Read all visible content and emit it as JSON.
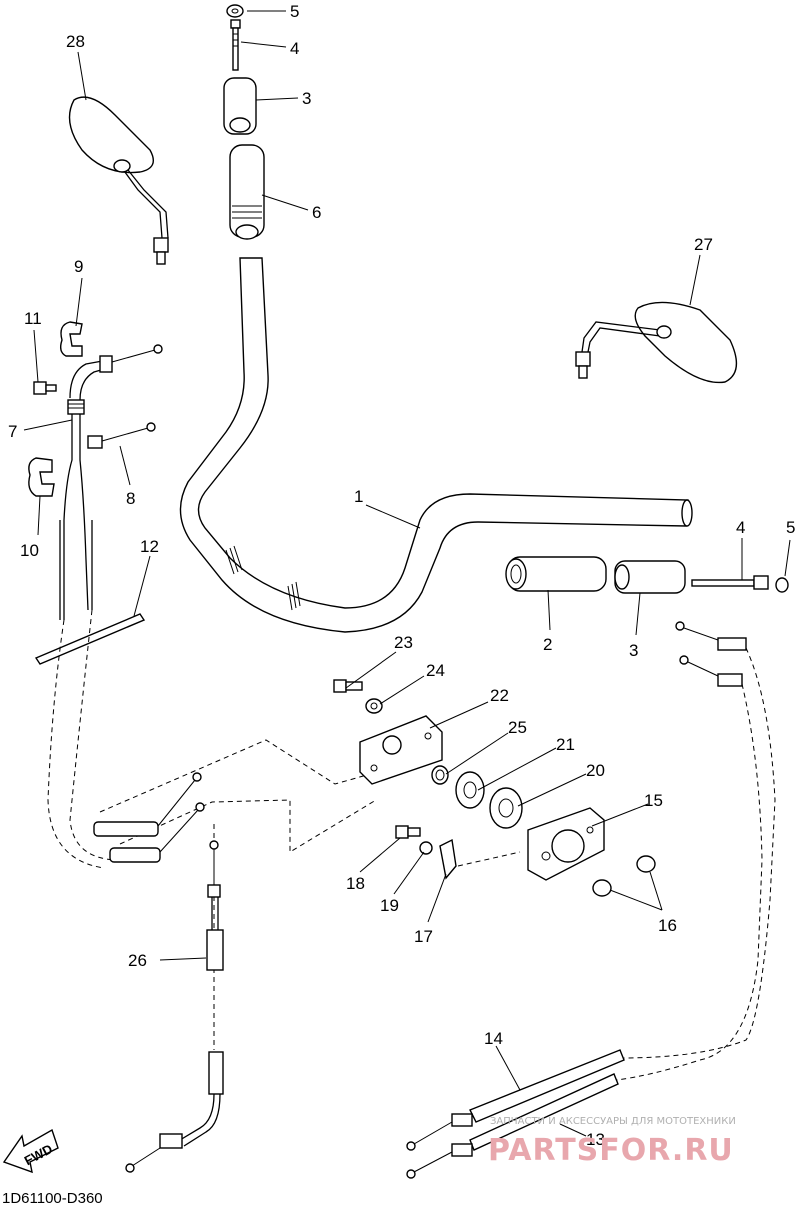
{
  "diagram": {
    "code": "1D61100-D360",
    "fwd_label": "FWD",
    "callouts": [
      {
        "id": "c1",
        "label": "1"
      },
      {
        "id": "c2",
        "label": "2"
      },
      {
        "id": "c3a",
        "label": "3"
      },
      {
        "id": "c3b",
        "label": "3"
      },
      {
        "id": "c4a",
        "label": "4"
      },
      {
        "id": "c4b",
        "label": "4"
      },
      {
        "id": "c5a",
        "label": "5"
      },
      {
        "id": "c5b",
        "label": "5"
      },
      {
        "id": "c6",
        "label": "6"
      },
      {
        "id": "c7",
        "label": "7"
      },
      {
        "id": "c8",
        "label": "8"
      },
      {
        "id": "c9",
        "label": "9"
      },
      {
        "id": "c10",
        "label": "10"
      },
      {
        "id": "c11",
        "label": "11"
      },
      {
        "id": "c12",
        "label": "12"
      },
      {
        "id": "c13",
        "label": "13"
      },
      {
        "id": "c14",
        "label": "14"
      },
      {
        "id": "c15",
        "label": "15"
      },
      {
        "id": "c16",
        "label": "16"
      },
      {
        "id": "c17",
        "label": "17"
      },
      {
        "id": "c18",
        "label": "18"
      },
      {
        "id": "c19",
        "label": "19"
      },
      {
        "id": "c20",
        "label": "20"
      },
      {
        "id": "c21",
        "label": "21"
      },
      {
        "id": "c22",
        "label": "22"
      },
      {
        "id": "c23",
        "label": "23"
      },
      {
        "id": "c24",
        "label": "24"
      },
      {
        "id": "c25",
        "label": "25"
      },
      {
        "id": "c26",
        "label": "26"
      },
      {
        "id": "c27",
        "label": "27"
      },
      {
        "id": "c28",
        "label": "28"
      }
    ]
  },
  "watermark": {
    "tagline": "ЗАПЧАСТИ И АКСЕССУАРЫ ДЛЯ МОТОТЕХНИКИ",
    "brand": "PARTSFOR.RU"
  }
}
